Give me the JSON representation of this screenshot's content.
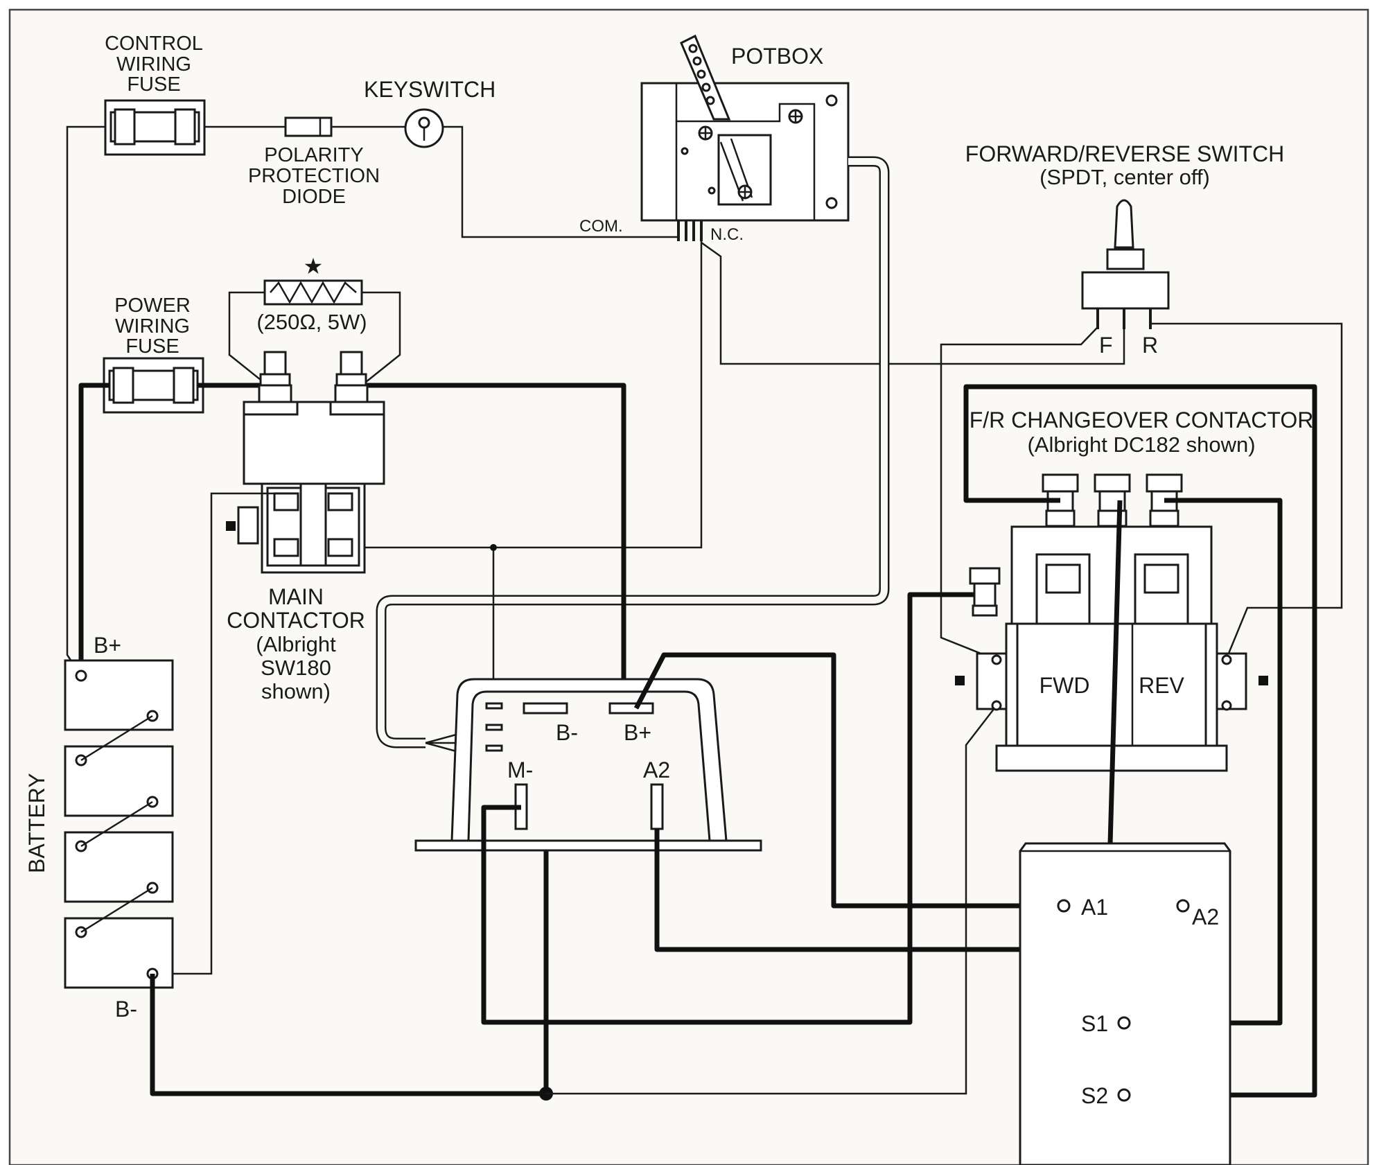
{
  "colors": {
    "background": "#faf9f6",
    "line": "#1a1a1a",
    "frame": "#ffffff"
  },
  "labels": {
    "control_fuse": [
      "CONTROL",
      "WIRING",
      "FUSE"
    ],
    "keyswitch": "KEYSWITCH",
    "diode": [
      "POLARITY",
      "PROTECTION",
      "DIODE"
    ],
    "potbox": "POTBOX",
    "com": "COM.",
    "nc": "N.C.",
    "fr_switch_title": "FORWARD/REVERSE SWITCH",
    "fr_switch_sub": "(SPDT, center off)",
    "fr_switch_f": "F",
    "fr_switch_r": "R",
    "resistor_star": "★",
    "resistor_value": "(250Ω, 5W)",
    "power_fuse": [
      "POWER",
      "WIRING",
      "FUSE"
    ],
    "main_contactor": [
      "MAIN",
      "CONTACTOR",
      "(Albright",
      "SW180",
      "shown)"
    ],
    "fr_contactor_title": "F/R CHANGEOVER CONTACTOR",
    "fr_contactor_sub": "(Albright DC182 shown)",
    "fwd": "FWD",
    "rev": "REV",
    "battery": "BATTERY",
    "battery_pos": "B+",
    "battery_neg": "B-",
    "controller_bneg": "B-",
    "controller_bpos": "B+",
    "controller_mneg": "M-",
    "controller_a2": "A2",
    "motor_a1": "A1",
    "motor_a2": "A2",
    "motor_s1": "S1",
    "motor_s2": "S2"
  }
}
